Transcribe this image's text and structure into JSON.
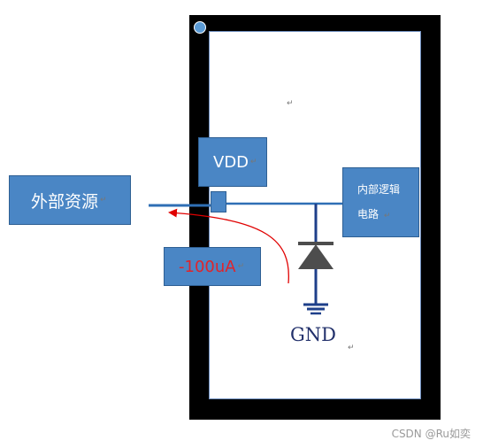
{
  "diagram": {
    "vdd_label": "VDD",
    "external_label": "外部资源",
    "current_label": "-100uA",
    "logic_line1": "内部逻辑",
    "logic_line2": "电路",
    "gnd_label": "GND",
    "return_mark": "↵"
  },
  "colors": {
    "box_fill": "#4a86c5",
    "chip_border": "#000000",
    "current_arrow": "#e00000",
    "current_text": "#e0242a",
    "wire": "#2f6fb5",
    "ground": "#1e3f8a",
    "diode": "#4d4d4d"
  },
  "watermark": "CSDN @Ru如奕"
}
